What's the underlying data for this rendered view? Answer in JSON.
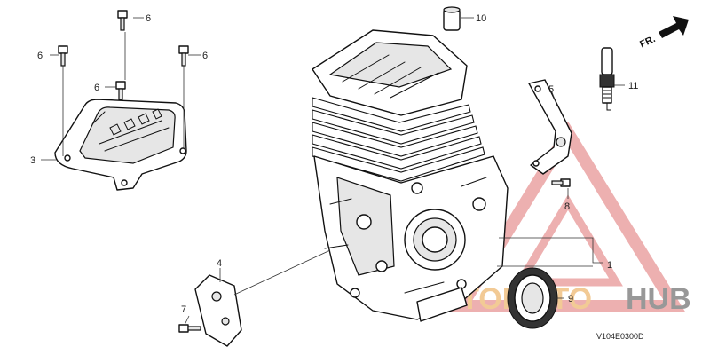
{
  "diagram": {
    "reference_code": "V104E0300D",
    "orientation_label": "FR.",
    "watermark": {
      "brand_part1": "AUTOMOTO",
      "brand_part2": "HUB",
      "color_primary": "#e07070",
      "color_secondary": "#444444"
    },
    "callouts": [
      {
        "id": "c1",
        "label": "1"
      },
      {
        "id": "c3",
        "label": "3"
      },
      {
        "id": "c4",
        "label": "4"
      },
      {
        "id": "c5",
        "label": "5"
      },
      {
        "id": "c6a",
        "label": "6"
      },
      {
        "id": "c6b",
        "label": "6"
      },
      {
        "id": "c6c",
        "label": "6"
      },
      {
        "id": "c6d",
        "label": "6"
      },
      {
        "id": "c7",
        "label": "7"
      },
      {
        "id": "c8",
        "label": "8"
      },
      {
        "id": "c9",
        "label": "9"
      },
      {
        "id": "c10",
        "label": "10"
      },
      {
        "id": "c11",
        "label": "11"
      }
    ],
    "parts": [
      {
        "label": "1",
        "icon": "cylinder-block-icon"
      },
      {
        "label": "3",
        "icon": "head-cover-icon"
      },
      {
        "label": "4",
        "icon": "breather-plate-icon"
      },
      {
        "label": "5",
        "icon": "bracket-icon"
      },
      {
        "label": "6",
        "icon": "bolt-icon"
      },
      {
        "label": "7",
        "icon": "bolt-icon"
      },
      {
        "label": "8",
        "icon": "bolt-icon"
      },
      {
        "label": "9",
        "icon": "oil-seal-icon"
      },
      {
        "label": "10",
        "icon": "dowel-pin-icon"
      },
      {
        "label": "11",
        "icon": "spark-plug-icon"
      }
    ]
  }
}
